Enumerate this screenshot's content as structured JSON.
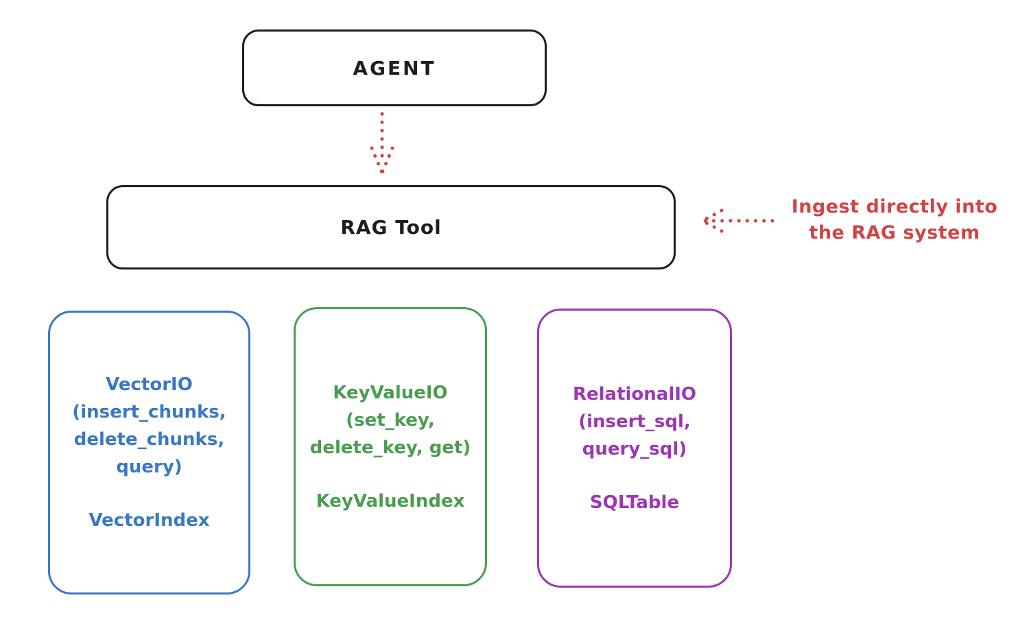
{
  "colors": {
    "ink": "#1e1e1e",
    "red": "#cf4545",
    "blue": "#3b78c4",
    "green": "#4a9d50",
    "purple": "#9c36b5",
    "background": "#ffffff"
  },
  "nodes": {
    "agent": {
      "label": "AGENT"
    },
    "rag_tool": {
      "label": "RAG Tool"
    }
  },
  "annotation": {
    "text": "Ingest directly into\nthe RAG system"
  },
  "io_boxes": [
    {
      "name": "vector-io",
      "color": "#3b78c4",
      "body": "VectorIO\n(insert_chunks,\ndelete_chunks,\nquery)",
      "footer": "VectorIndex"
    },
    {
      "name": "keyvalue-io",
      "color": "#4a9d50",
      "body": "KeyValueIO\n(set_key,\ndelete_key, get)",
      "footer": "KeyValueIndex"
    },
    {
      "name": "relational-io",
      "color": "#9c36b5",
      "body": "RelationalIO\n(insert_sql,\nquery_sql)",
      "footer": "SQLTable"
    }
  ]
}
